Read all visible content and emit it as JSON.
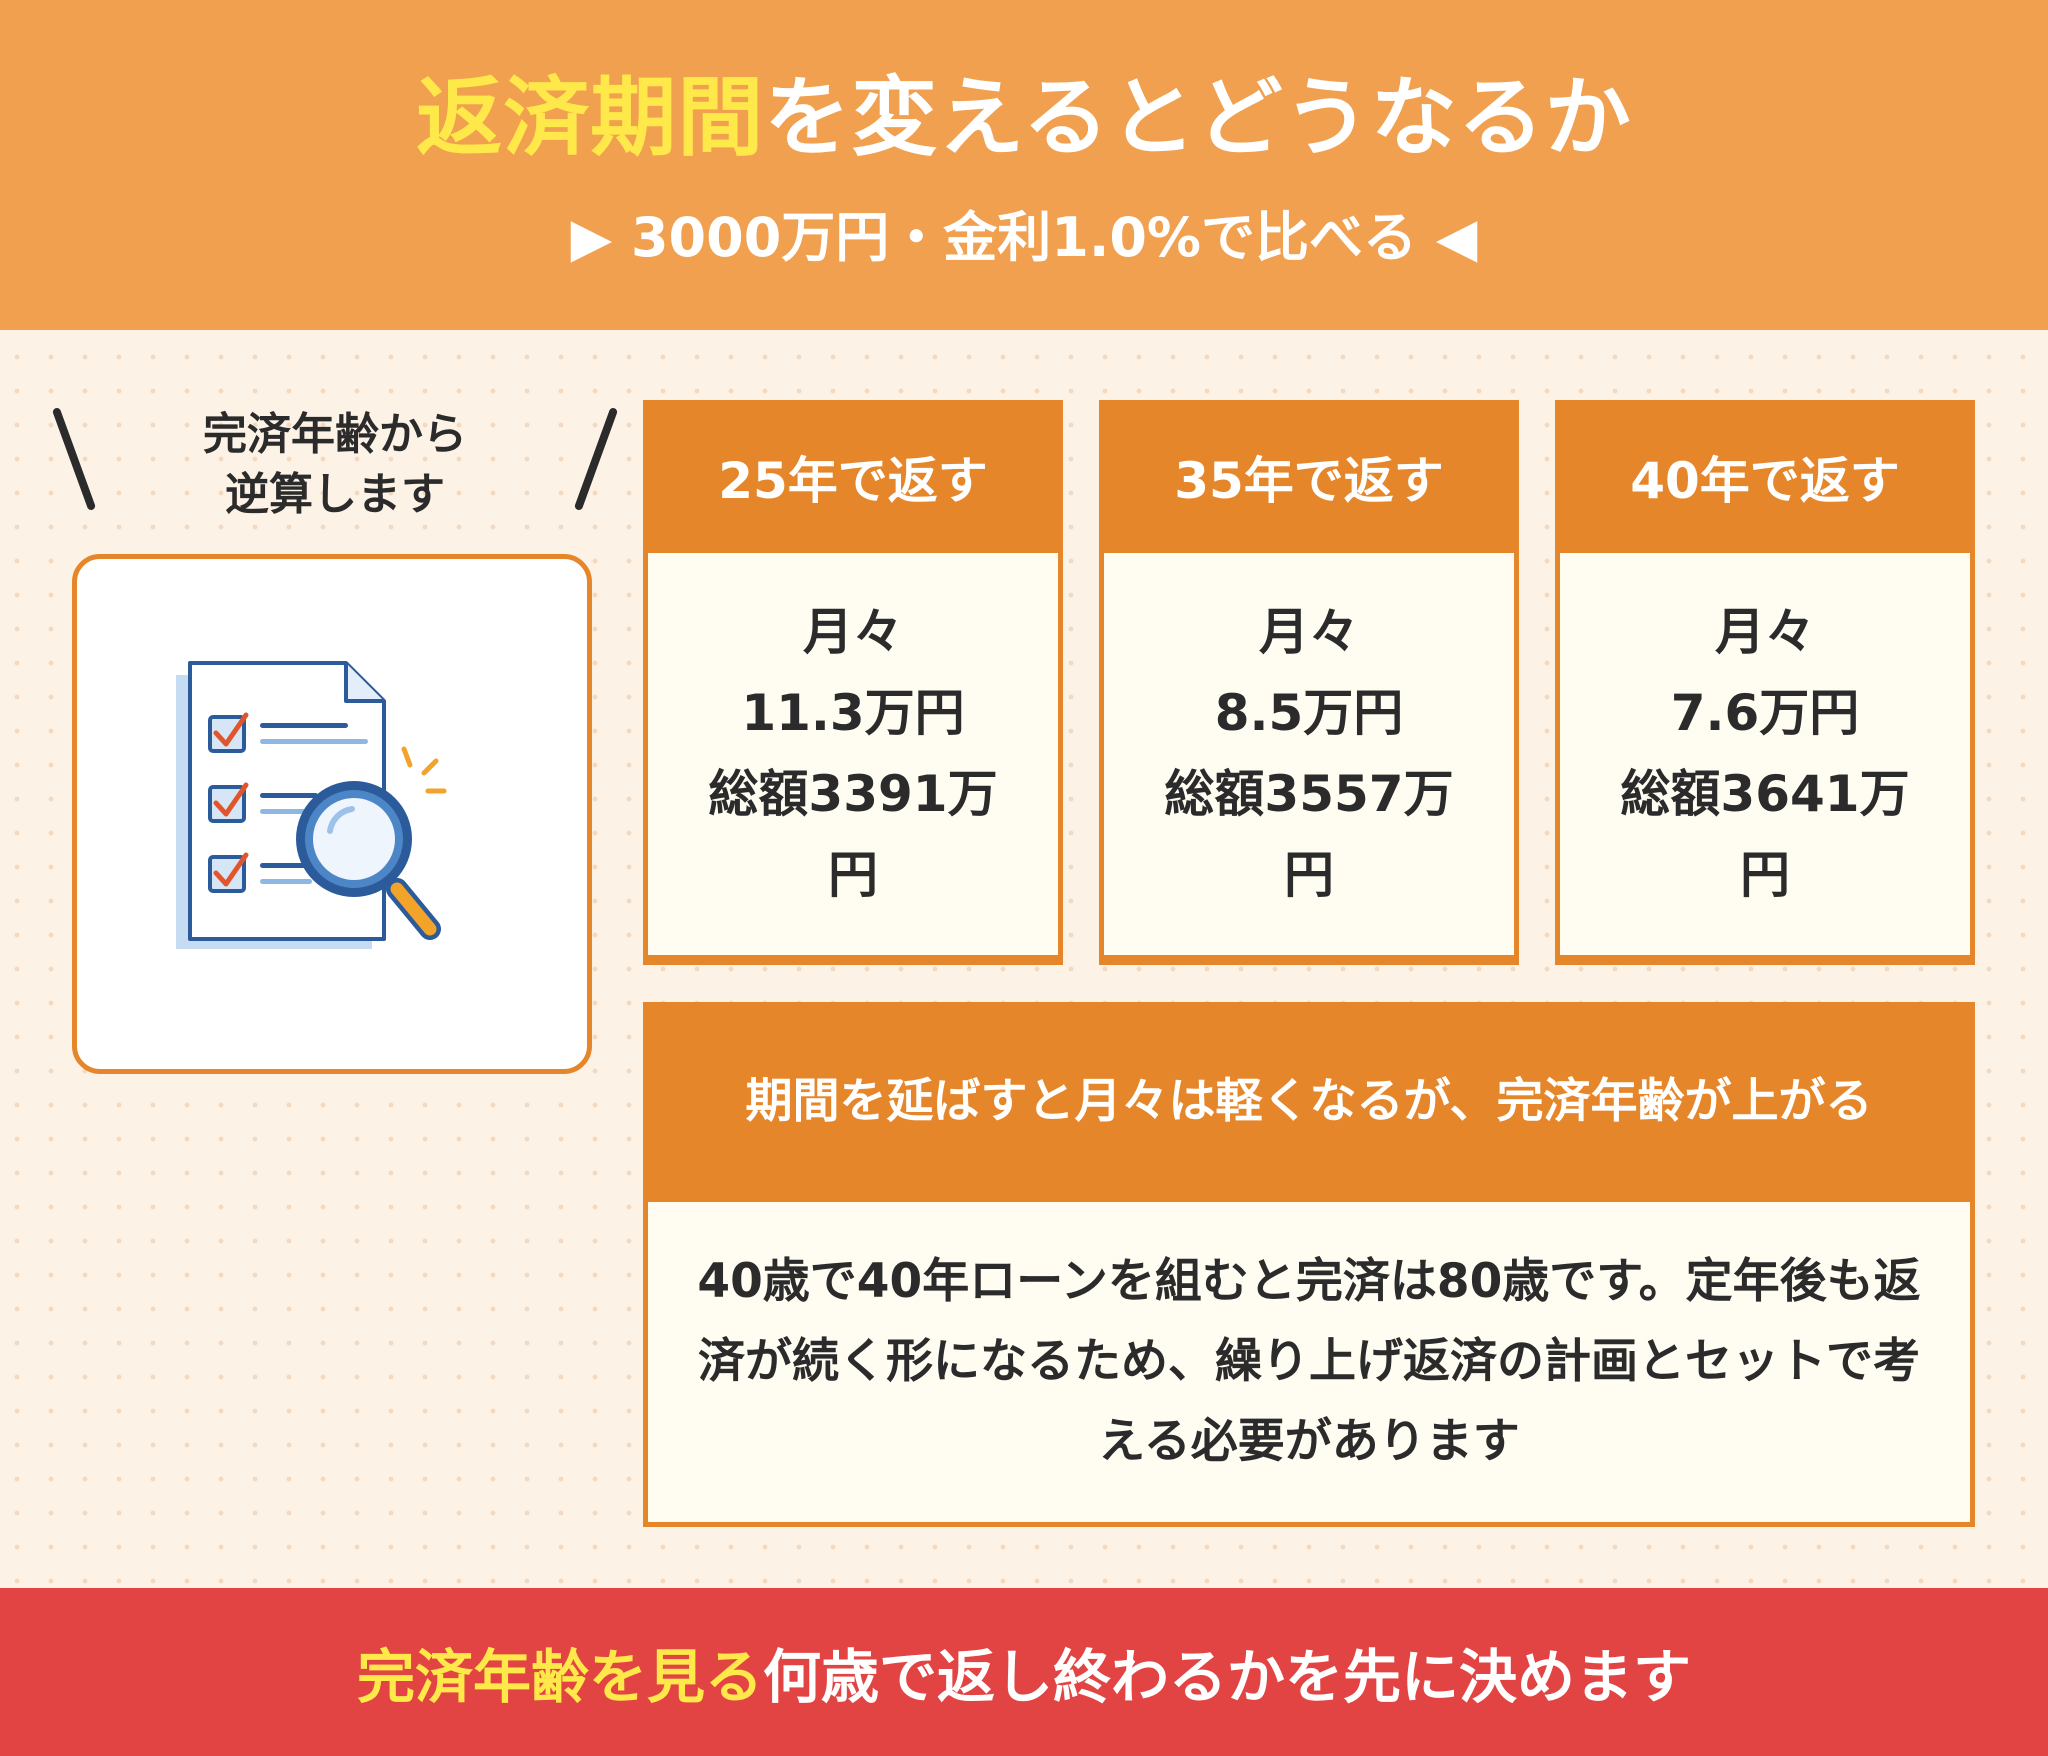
{
  "header": {
    "title_highlight": "返済期間",
    "title_rest": "を変えるとどうなるか",
    "subtitle": "▶ 3000万円・金利1.0%で比べる ◀"
  },
  "intro": {
    "line1": "完済年齢から",
    "line2": "逆算します"
  },
  "illustration": {
    "icon": "document-checklist-magnifier-icon",
    "colors": {
      "outline": "#2c5b9c",
      "paper": "#ffffff",
      "shadow": "#c6dcf3",
      "check": "#e0552c",
      "handle": "#f2a42a"
    }
  },
  "plans": [
    {
      "title": "25年で返す",
      "monthly_label": "月々",
      "monthly_value": "11.3万円",
      "total": "総額3391万円"
    },
    {
      "title": "35年で返す",
      "monthly_label": "月々",
      "monthly_value": "8.5万円",
      "total": "総額3557万円"
    },
    {
      "title": "40年で返す",
      "monthly_label": "月々",
      "monthly_value": "7.6万円",
      "total": "総額3641万円"
    }
  ],
  "note": {
    "heading": "期間を延ばすと月々は軽くなるが、完済年齢が上がる",
    "body": "40歳で40年ローンを組むと完済は80歳です。定年後も返済が続く形になるため、繰り上げ返済の計画とセットで考える必要があります"
  },
  "footer": {
    "highlight": "完済年齢を見る",
    "text": "何歳で返し終わるかを先に決めます"
  },
  "colors": {
    "header_bg": "#f0a04e",
    "accent_orange": "#e6862a",
    "highlight_yellow": "#ffe84a",
    "footer_red": "#e24443",
    "page_bg": "#fdf2e6",
    "card_body": "#fffcf2"
  }
}
